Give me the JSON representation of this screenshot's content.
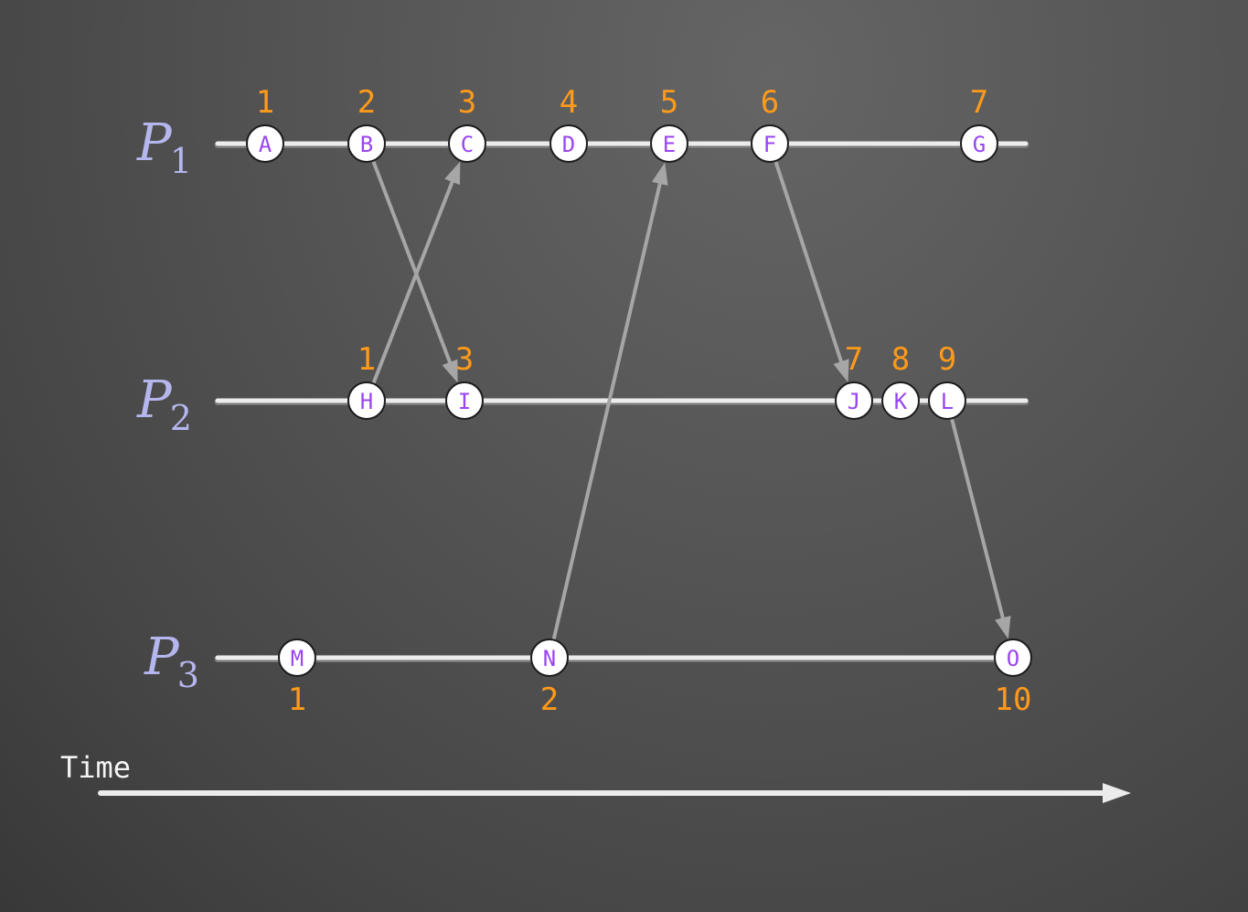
{
  "colors": {
    "process_label": "#b6b6ee",
    "event_text": "#9a45f2",
    "clock": "#ff9a1a",
    "timeline": "#ececec",
    "message": "#a6a6a6",
    "time_text": "#f4f4f4"
  },
  "processes": [
    {
      "id": "P1",
      "name": "P",
      "sub": "1"
    },
    {
      "id": "P2",
      "name": "P",
      "sub": "2"
    },
    {
      "id": "P3",
      "name": "P",
      "sub": "3"
    }
  ],
  "events": [
    {
      "id": "A",
      "proc": "P1",
      "clock": "1"
    },
    {
      "id": "B",
      "proc": "P1",
      "clock": "2"
    },
    {
      "id": "C",
      "proc": "P1",
      "clock": "3"
    },
    {
      "id": "D",
      "proc": "P1",
      "clock": "4"
    },
    {
      "id": "E",
      "proc": "P1",
      "clock": "5"
    },
    {
      "id": "F",
      "proc": "P1",
      "clock": "6"
    },
    {
      "id": "G",
      "proc": "P1",
      "clock": "7"
    },
    {
      "id": "H",
      "proc": "P2",
      "clock": "1"
    },
    {
      "id": "I",
      "proc": "P2",
      "clock": "3"
    },
    {
      "id": "J",
      "proc": "P2",
      "clock": "7"
    },
    {
      "id": "K",
      "proc": "P2",
      "clock": "8"
    },
    {
      "id": "L",
      "proc": "P2",
      "clock": "9"
    },
    {
      "id": "M",
      "proc": "P3",
      "clock": "1"
    },
    {
      "id": "N",
      "proc": "P3",
      "clock": "2"
    },
    {
      "id": "O",
      "proc": "P3",
      "clock": "10"
    }
  ],
  "messages": [
    {
      "from": "B",
      "to": "I"
    },
    {
      "from": "H",
      "to": "C"
    },
    {
      "from": "N",
      "to": "E"
    },
    {
      "from": "F",
      "to": "J"
    },
    {
      "from": "L",
      "to": "O"
    }
  ],
  "time_axis": {
    "label": "Time"
  }
}
